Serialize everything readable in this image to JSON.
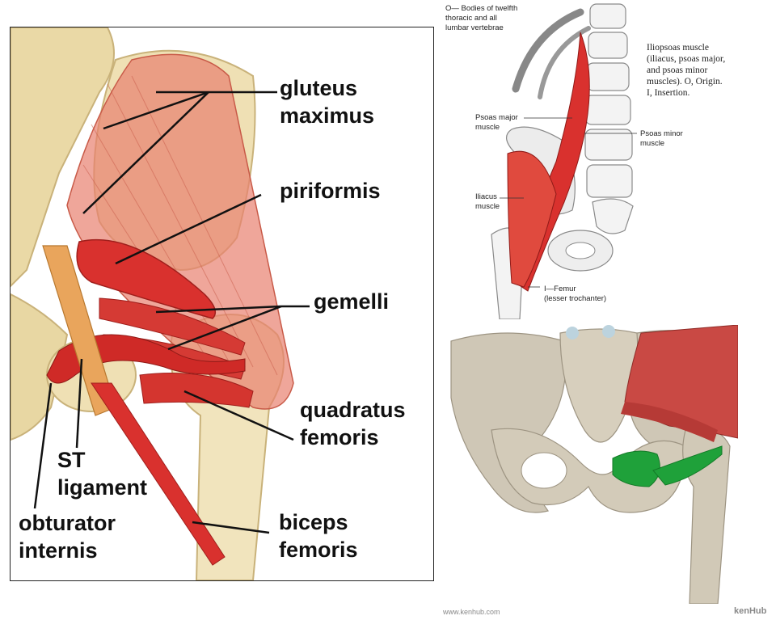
{
  "left_diagram": {
    "labels": {
      "gluteus_maximus": "gluteus\nmaximus",
      "piriformis": "piriformis",
      "gemelli": "gemelli",
      "quadratus_femoris": "quadratus\nfemoris",
      "st_ligament": "ST\nligament",
      "obturator_internis": "obturator\ninternis",
      "biceps_femoris": "biceps\nfemoris"
    }
  },
  "iliopsoas_diagram": {
    "origin_label": "O— Bodies of twelfth\n      thoracic and all\n      lumbar vertebrae",
    "caption": "Iliopsoas muscle\n(iliacus, psoas major,\nand psoas minor\nmuscles). O, Origin.\nI, Insertion.",
    "psoas_major": "Psoas major\nmuscle",
    "psoas_minor": "Psoas minor\nmuscle",
    "iliacus": "Iliacus\nmuscle",
    "femur": "I—Femur\n   (lesser trochanter)"
  },
  "pelvis_render": {
    "watermark": "kenHub",
    "source_url": "www.kenhub.com"
  },
  "colors": {
    "muscle_red": "#d9312e",
    "muscle_light": "#e97a6a",
    "bone": "#efe0b4",
    "highlight_green": "#1fa13a"
  }
}
